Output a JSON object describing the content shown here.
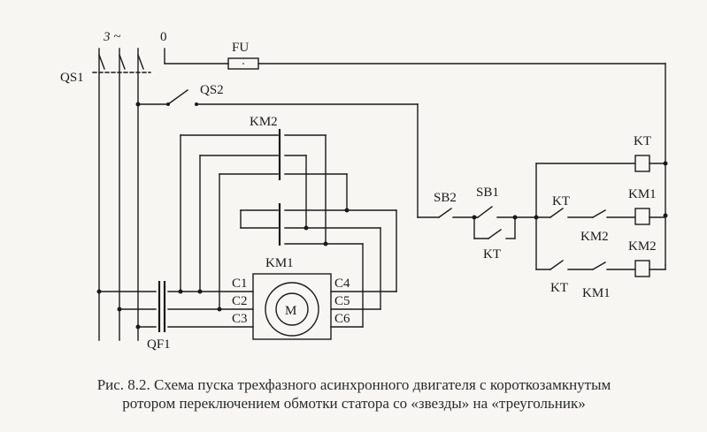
{
  "labels": {
    "phase": "3 ~",
    "neutral": "0",
    "fuse": "FU",
    "qs1": "QS1",
    "qs2": "QS2",
    "km2_top": "KM2",
    "km1_main": "KM1",
    "qf1": "QF1",
    "c1": "C1",
    "c2": "C2",
    "c3": "C3",
    "c4": "C4",
    "c5": "C5",
    "c6": "C6",
    "motor": "M",
    "sb2": "SB2",
    "sb1": "SB1",
    "kt_seal": "KT",
    "kt_coil": "KT",
    "kt_contact1": "KT",
    "km1_coil": "KM1",
    "km2_contact": "KM2",
    "km2_coil": "KM2",
    "kt_contact2": "KT",
    "km1_contact": "KM1"
  },
  "caption": {
    "line1": "Рис. 8.2. Схема пуска трехфазного асинхронного двигателя с короткозамкнутым",
    "line2": "ротором переключением обмотки статора со «звезды» на «треугольник»"
  }
}
